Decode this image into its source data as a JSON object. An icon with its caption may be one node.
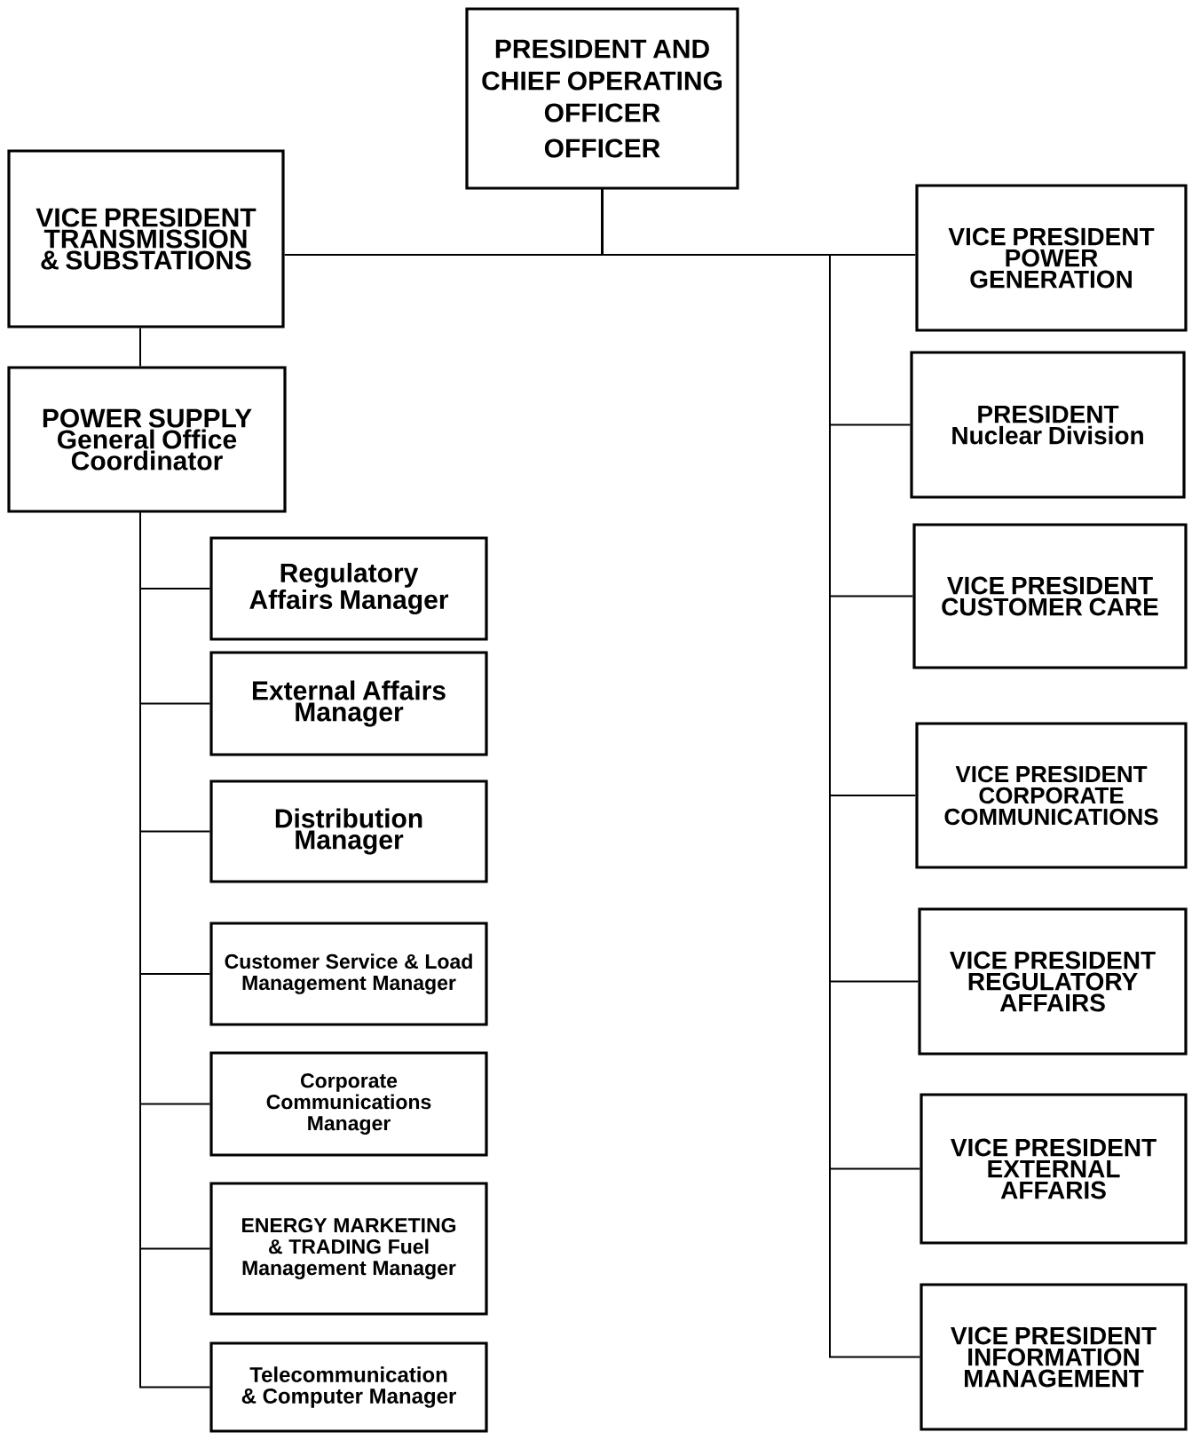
{
  "diagram": {
    "nodes": [
      {
        "text": [
          "PRESIDENT AND CHIEF OPERATING OFFICER",
          "OFFICER"
        ]
      },
      {
        "text": [
          "VICE PRESIDENT TRANSMISSION & SUBSTATIONS"
        ]
      },
      {
        "text": [
          "POWER SUPPLY General Office Coordinator"
        ]
      },
      {
        "text": [
          "Regulatory Affairs Manager"
        ]
      },
      {
        "text": [
          "External Affairs Manager"
        ]
      },
      {
        "text": [
          "Distribution Manager"
        ]
      },
      {
        "text": [
          "Customer Service & Load Management Manager"
        ]
      },
      {
        "text": [
          "Corporate Communications Manager"
        ]
      },
      {
        "text": [
          "ENERGY MARKETING & TRADING Fuel Management Manager"
        ]
      },
      {
        "text": [
          "Telecommunication & Computer Manager"
        ]
      },
      {
        "text": [
          "VICE PRESIDENT POWER GENERATION"
        ]
      },
      {
        "text": [
          "PRESIDENT Nuclear Division"
        ]
      },
      {
        "text": [
          "VICE PRESIDENT CUSTOMER CARE"
        ]
      },
      {
        "text": [
          "VICE PRESIDENT CORPORATE COMMUNICATIONS"
        ]
      },
      {
        "text": [
          "VICE PRESIDENT REGULATORY AFFAIRS"
        ]
      },
      {
        "text": [
          "VICE PRESIDENT EXTERNAL AFFARIS"
        ]
      },
      {
        "text": [
          "VICE PRESIDENT INFORMATION MANAGEMENT"
        ]
      }
    ],
    "edges": [
      {
        "from": 0,
        "to": 1,
        "arrow": "none"
      },
      {
        "from": 0,
        "to": 10,
        "arrow": "none"
      },
      {
        "from": 0,
        "to": 11,
        "arrow": "none"
      },
      {
        "from": 0,
        "to": 12,
        "arrow": "none"
      },
      {
        "from": 0,
        "to": 13,
        "arrow": "none"
      },
      {
        "from": 0,
        "to": 14,
        "arrow": "none"
      },
      {
        "from": 0,
        "to": 15,
        "arrow": "none"
      },
      {
        "from": 0,
        "to": 16,
        "arrow": "none"
      },
      {
        "from": 1,
        "to": 2,
        "arrow": "none"
      },
      {
        "from": 2,
        "to": 3,
        "arrow": "none"
      },
      {
        "from": 2,
        "to": 4,
        "arrow": "none"
      },
      {
        "from": 2,
        "to": 5,
        "arrow": "none"
      },
      {
        "from": 2,
        "to": 6,
        "arrow": "none"
      },
      {
        "from": 2,
        "to": 7,
        "arrow": "none"
      },
      {
        "from": 2,
        "to": 8,
        "arrow": "none"
      },
      {
        "from": 2,
        "to": 9,
        "arrow": "none"
      }
    ]
  }
}
